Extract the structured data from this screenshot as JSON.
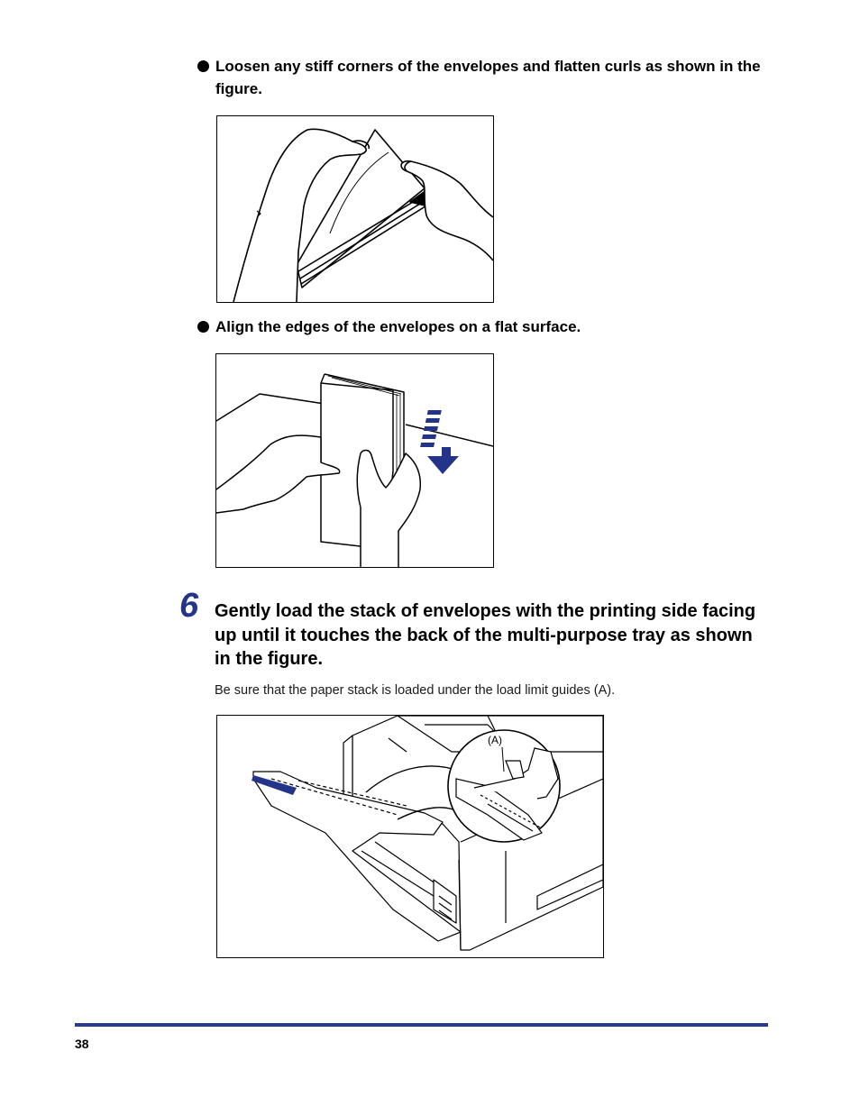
{
  "bullets": [
    {
      "text": "Loosen any stiff corners of the envelopes and flatten curls as shown in the figure."
    },
    {
      "text": "Align the edges of the envelopes on a flat surface."
    }
  ],
  "step": {
    "number": "6",
    "title": "Gently load the stack of envelopes with the printing side facing up until it touches the back of the multi-purpose tray as shown in the figure.",
    "note": "Be sure that the paper stack is loaded under the load limit guides (A)."
  },
  "figure3": {
    "callout_label": "(A)"
  },
  "colors": {
    "accent": "#24348b",
    "rule": "#2a3a90",
    "arrow": "#24348b"
  },
  "footer": {
    "page_number": "38"
  }
}
